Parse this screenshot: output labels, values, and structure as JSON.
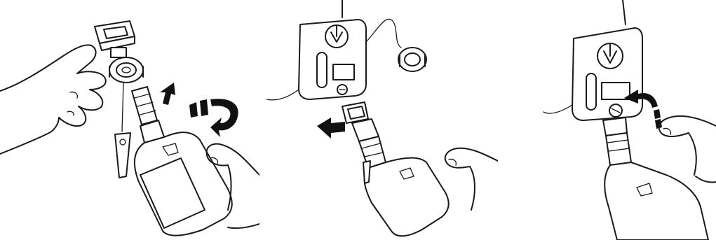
{
  "figure": {
    "panels": [
      {
        "id": "step-1",
        "depicts": [
          "hand-holding-cap",
          "cap-adapter",
          "fluid-bottle",
          "key-tag",
          "arrow-up-icon",
          "rotate-arrow-icon"
        ]
      },
      {
        "id": "step-2",
        "depicts": [
          "machine-housing",
          "reservoir-cap",
          "fluid-bottle",
          "insert-arrow-icon"
        ]
      },
      {
        "id": "step-3",
        "depicts": [
          "machine-housing",
          "fill-port-screw",
          "fluid-bottle",
          "tighten-arrow-icon"
        ]
      }
    ],
    "colors": {
      "line": "#1a1a1a",
      "fill": "#ffffff",
      "arrow": "#111111"
    }
  }
}
